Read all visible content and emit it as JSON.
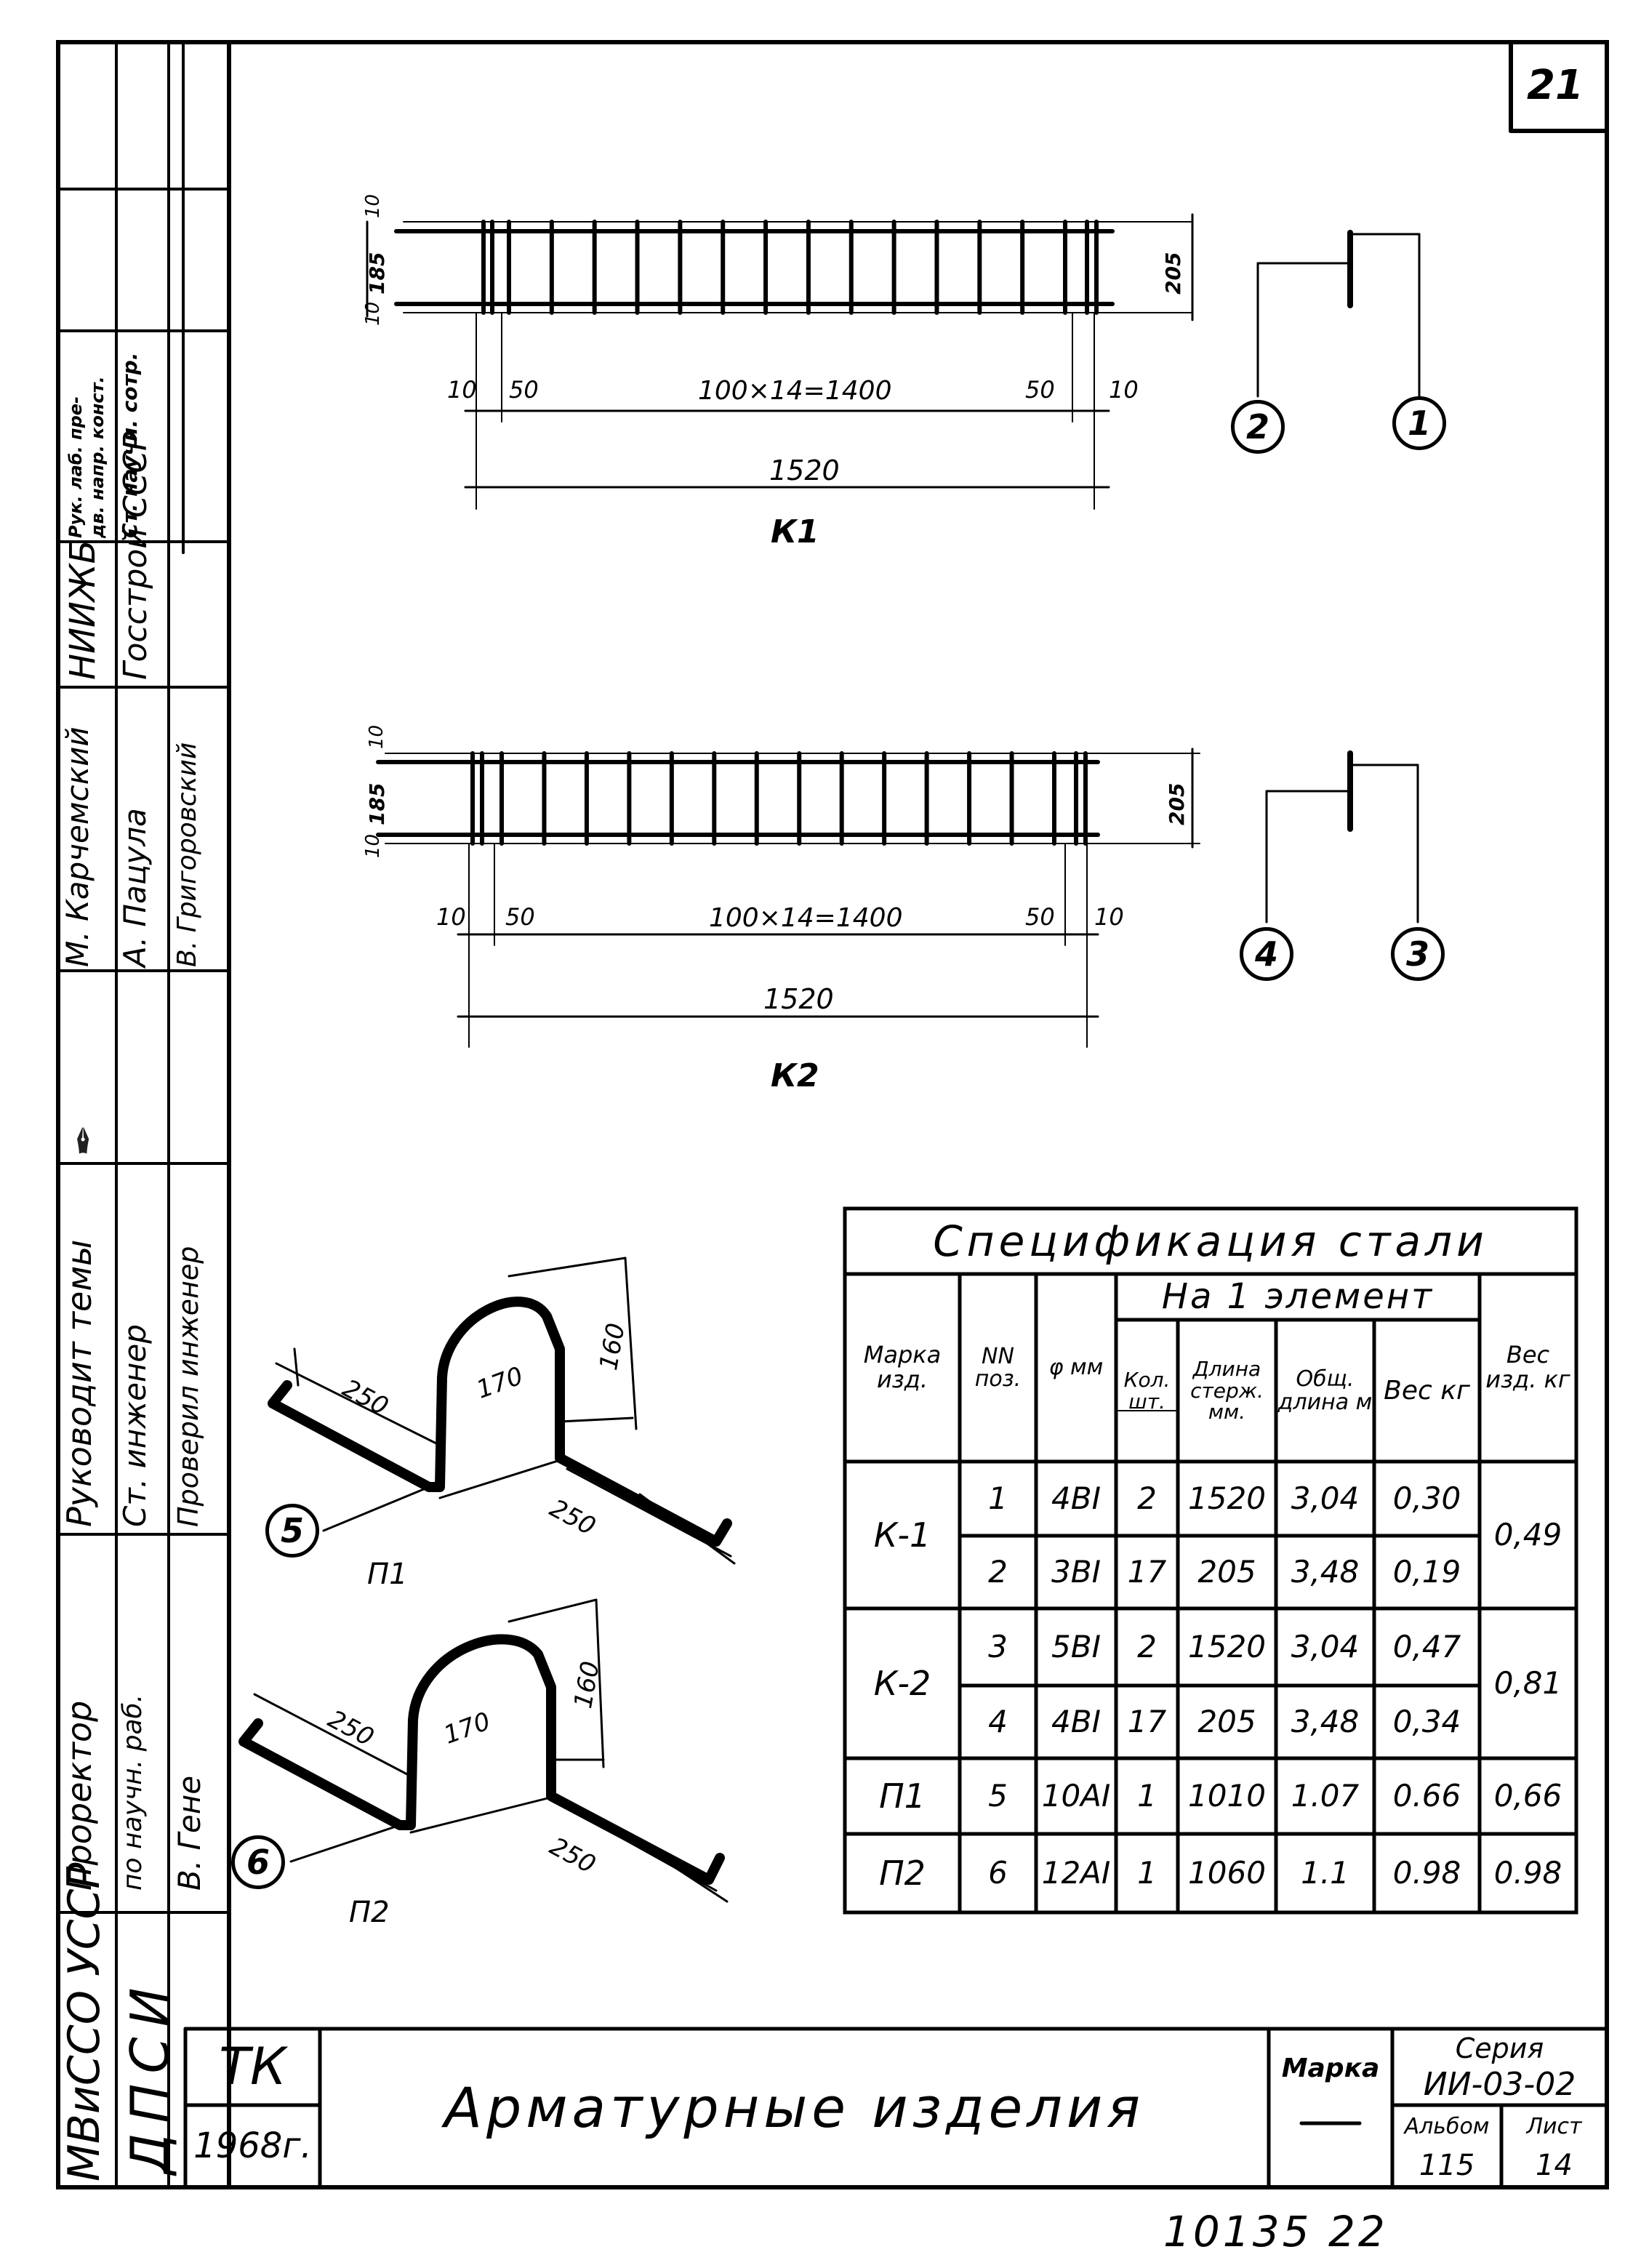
{
  "sheet": {
    "page_number": "21",
    "bottom_handwritten": "10135 22"
  },
  "k1": {
    "label": "К1",
    "dim_top": "10",
    "dim_mid": "185",
    "dim_bot": "10",
    "dim_height": "205",
    "dim_left_end": "10",
    "dim_left_step": "50",
    "dim_span": "100×14=1400",
    "dim_right_step": "50",
    "dim_right_end": "10",
    "dim_total": "1520",
    "pos_a": "2",
    "pos_b": "1"
  },
  "k2": {
    "label": "К2",
    "dim_top": "10",
    "dim_mid": "185",
    "dim_bot": "10",
    "dim_height": "205",
    "dim_left_end": "10",
    "dim_left_step": "50",
    "dim_span": "100×14=1400",
    "dim_right_step": "50",
    "dim_right_end": "10",
    "dim_total": "1520",
    "pos_a": "4",
    "pos_b": "3"
  },
  "p1": {
    "label": "П1",
    "pos": "5",
    "dim_leg1": "250",
    "dim_width": "170",
    "dim_height": "160",
    "dim_leg2": "250"
  },
  "p2": {
    "label": "П2",
    "pos": "6",
    "dim_leg1": "250",
    "dim_width": "170",
    "dim_height": "160",
    "dim_leg2": "250"
  },
  "spec": {
    "title": "Спецификация стали",
    "group_header": "На 1 элемент",
    "headers": {
      "mark": "Марка изд.",
      "pos": "NN поз.",
      "dia": "φ мм",
      "qty": "Кол. шт.",
      "len": "Длина стерж. мм.",
      "total_len": "Общ. длина м",
      "weight": "Вес кг",
      "item_weight": "Вес изд. кг"
    },
    "rows": [
      {
        "mark": "К-1",
        "pos": "1",
        "dia": "4ВI",
        "qty": "2",
        "len": "1520",
        "total_len": "3,04",
        "weight": "0,30",
        "item_weight": "0,49"
      },
      {
        "mark": "",
        "pos": "2",
        "dia": "3ВI",
        "qty": "17",
        "len": "205",
        "total_len": "3,48",
        "weight": "0,19",
        "item_weight": ""
      },
      {
        "mark": "К-2",
        "pos": "3",
        "dia": "5ВI",
        "qty": "2",
        "len": "1520",
        "total_len": "3,04",
        "weight": "0,47",
        "item_weight": "0,81"
      },
      {
        "mark": "",
        "pos": "4",
        "dia": "4ВI",
        "qty": "17",
        "len": "205",
        "total_len": "3,48",
        "weight": "0,34",
        "item_weight": ""
      },
      {
        "mark": "П1",
        "pos": "5",
        "dia": "10АI",
        "qty": "1",
        "len": "1010",
        "total_len": "1.07",
        "weight": "0.66",
        "item_weight": "0,66"
      },
      {
        "mark": "П2",
        "pos": "6",
        "dia": "12АI",
        "qty": "1",
        "len": "1060",
        "total_len": "1.1",
        "weight": "0.98",
        "item_weight": "0.98"
      }
    ]
  },
  "stamp": {
    "code": "ТК",
    "year": "1968г.",
    "title": "Арматурные изделия",
    "mark_label": "Марка",
    "mark_value": "—",
    "series_label": "Серия",
    "series_value": "ИИ-03-02",
    "album_label": "Альбом",
    "album_value": "115",
    "sheet_label": "Лист",
    "sheet_value": "14"
  },
  "side": {
    "org1": "МВиССО УССР",
    "org2": "ДПСИ",
    "role1": "Проректор",
    "role1b": "по научн. раб.",
    "name1": "В. Гене",
    "role2": "Руководит темы",
    "role3": "Ст. инженер",
    "role4": "Проверил инженер",
    "name2": "М. Карчемский",
    "name3": "А. Пацула",
    "name4": "В. Григоровский",
    "inst1": "НИИЖБ",
    "inst2": "Госстрой СССР",
    "head1": "Рук. лаб. пре-",
    "head1b": "дв. напр. конст.",
    "head2": "Ст. научн. сотр."
  }
}
